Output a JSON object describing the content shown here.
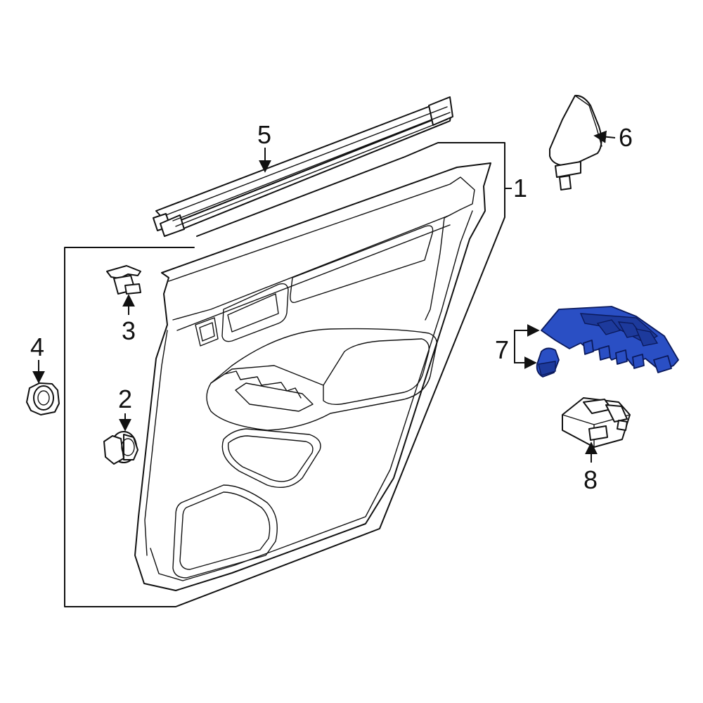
{
  "colors": {
    "highlight": "#2a4fc4",
    "line": "#111111",
    "background": "#ffffff"
  },
  "callouts": [
    {
      "id": "1",
      "label": "1",
      "part": "door-trim-panel"
    },
    {
      "id": "2",
      "label": "2",
      "part": "push-retainer"
    },
    {
      "id": "3",
      "label": "3",
      "part": "clip"
    },
    {
      "id": "4",
      "label": "4",
      "part": "grommet-nut"
    },
    {
      "id": "5",
      "label": "5",
      "part": "belt-weatherstrip"
    },
    {
      "id": "6",
      "label": "6",
      "part": "corner-trim"
    },
    {
      "id": "7",
      "label": "7",
      "part": "window-switch-bezel",
      "highlighted": true
    },
    {
      "id": "8",
      "label": "8",
      "part": "window-switch"
    }
  ]
}
